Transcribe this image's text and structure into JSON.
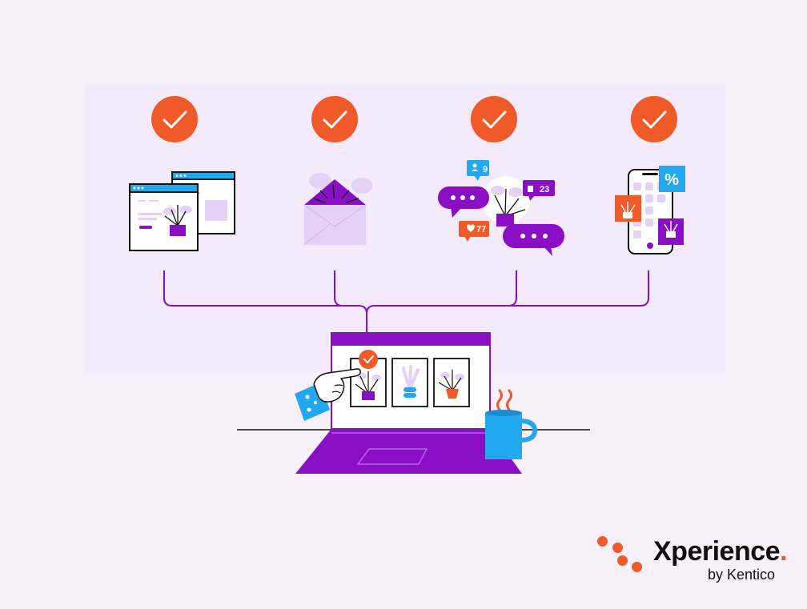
{
  "colors": {
    "background": "#f7f0fb",
    "purple": "#8a0fc4",
    "light_purple": "#e4d2f6",
    "orange": "#ef5a28",
    "blue": "#22a8ee",
    "dark": "#111111"
  },
  "channels": [
    {
      "name": "website",
      "icon": "browser-windows-icon"
    },
    {
      "name": "email",
      "icon": "envelope-icon"
    },
    {
      "name": "social",
      "icon": "social-chat-icon",
      "badges": {
        "followers": "9",
        "likes": "77",
        "comments": "23"
      }
    },
    {
      "name": "mobile",
      "icon": "smartphone-icon",
      "badges": {
        "discount": "%"
      }
    }
  ],
  "brand": {
    "name": "Xperience",
    "period": ".",
    "sub": "by Kentico"
  }
}
